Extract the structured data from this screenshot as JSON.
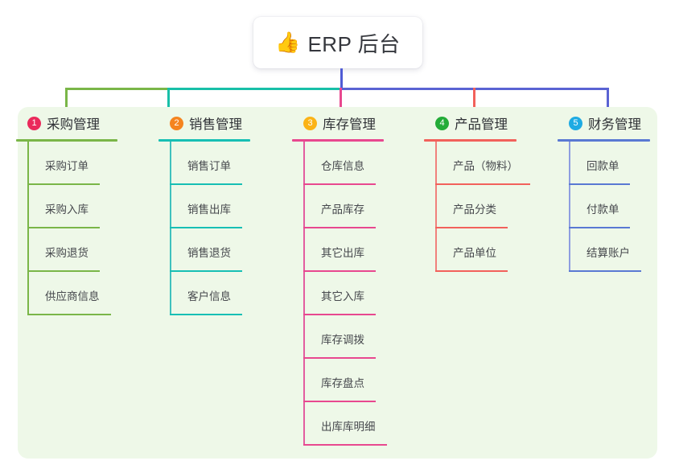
{
  "title": {
    "emoji": "👍",
    "emoji_name": "thumbs-up-emoji",
    "text": "ERP 后台"
  },
  "palette": {
    "panel_bg": "#eef8e8",
    "card_bg": "#ffffff",
    "stem": "#4f5bd5",
    "bus_green": "#7ab648",
    "bus_teal": "#18bfa8",
    "bus_blue": "#5a63d3"
  },
  "columns": [
    {
      "index": "1",
      "title": "采购管理",
      "badge_color": "#ea2a5b",
      "line_color": "#7ab648",
      "rule_color": "#7ab648",
      "drop_color": "#7ab648",
      "items": [
        {
          "label": "采购订单",
          "rule_width": 90
        },
        {
          "label": "采购入库",
          "rule_width": 90
        },
        {
          "label": "采购退货",
          "rule_width": 90
        },
        {
          "label": "供应商信息",
          "rule_width": 104
        }
      ]
    },
    {
      "index": "2",
      "title": "销售管理",
      "badge_color": "#f5841f",
      "line_color": "#3fc1bd",
      "rule_color": "#17bfb4",
      "drop_color": "#18bfa8",
      "items": [
        {
          "label": "销售订单",
          "rule_width": 90
        },
        {
          "label": "销售出库",
          "rule_width": 90
        },
        {
          "label": "销售退货",
          "rule_width": 90
        },
        {
          "label": "客户信息",
          "rule_width": 90
        }
      ]
    },
    {
      "index": "3",
      "title": "库存管理",
      "badge_color": "#fbb316",
      "line_color": "#e35da0",
      "rule_color": "#e8488f",
      "drop_color": "#e8488f",
      "items": [
        {
          "label": "仓库信息",
          "rule_width": 90
        },
        {
          "label": "产品库存",
          "rule_width": 90
        },
        {
          "label": "其它出库",
          "rule_width": 90
        },
        {
          "label": "其它入库",
          "rule_width": 90
        },
        {
          "label": "库存调拨",
          "rule_width": 90
        },
        {
          "label": "库存盘点",
          "rule_width": 90
        },
        {
          "label": "出库库明细",
          "rule_width": 104
        }
      ]
    },
    {
      "index": "4",
      "title": "产品管理",
      "badge_color": "#23ac38",
      "line_color": "#f0807c",
      "rule_color": "#f2615b",
      "drop_color": "#f2615b",
      "items": [
        {
          "label": "产品（物料）",
          "rule_width": 118
        },
        {
          "label": "产品分类",
          "rule_width": 90
        },
        {
          "label": "产品单位",
          "rule_width": 90
        }
      ]
    },
    {
      "index": "5",
      "title": "财务管理",
      "badge_color": "#1eabe3",
      "line_color": "#8e9ee0",
      "rule_color": "#5a79d3",
      "drop_color": "#5a63d3",
      "items": [
        {
          "label": "回款单",
          "rule_width": 76
        },
        {
          "label": "付款单",
          "rule_width": 76
        },
        {
          "label": "结算账户",
          "rule_width": 90
        }
      ]
    }
  ]
}
